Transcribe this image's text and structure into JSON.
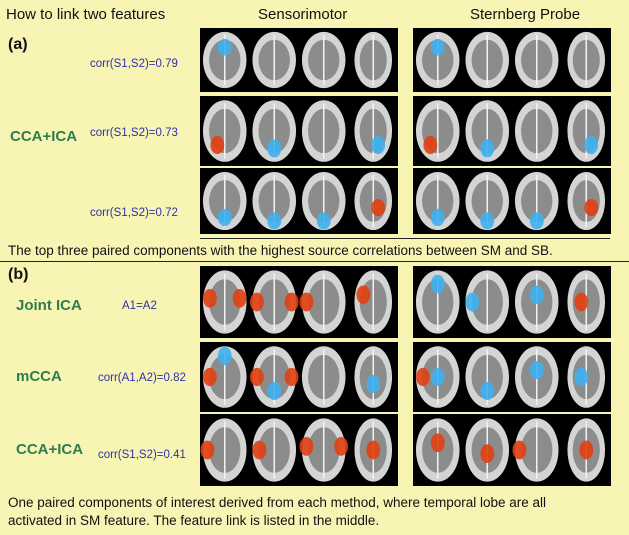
{
  "header": {
    "col_method": "How to link two features",
    "col_sm": "Sensorimotor",
    "col_sb": "Sternberg Probe"
  },
  "panel_a": {
    "label": "(a)",
    "method": "CCA+ICA",
    "rows": [
      {
        "link": "corr(S1,S2)=0.79"
      },
      {
        "link": "corr(S1,S2)=0.73"
      },
      {
        "link": "corr(S1,S2)=0.72"
      }
    ],
    "caption": "The top three paired components with the highest source correlations between SM and SB."
  },
  "panel_b": {
    "label": "(b)",
    "rows": [
      {
        "method": "Joint ICA",
        "link": "A1=A2"
      },
      {
        "method": "mCCA",
        "link": "corr(A1,A2)=0.82"
      },
      {
        "method": "CCA+ICA",
        "link": "corr(S1,S2)=0.41"
      }
    ],
    "caption_line1": "One paired components of interest derived from each method, where temporal lobe are all",
    "caption_line2": "activated in SM feature. The feature link is listed in the middle."
  },
  "colors": {
    "background": "#f8f4b4",
    "method_green": "#2e7d4f",
    "link_blue": "#3030a8",
    "activation_blue": "#3fb0f0",
    "activation_hot": "#e04010"
  }
}
